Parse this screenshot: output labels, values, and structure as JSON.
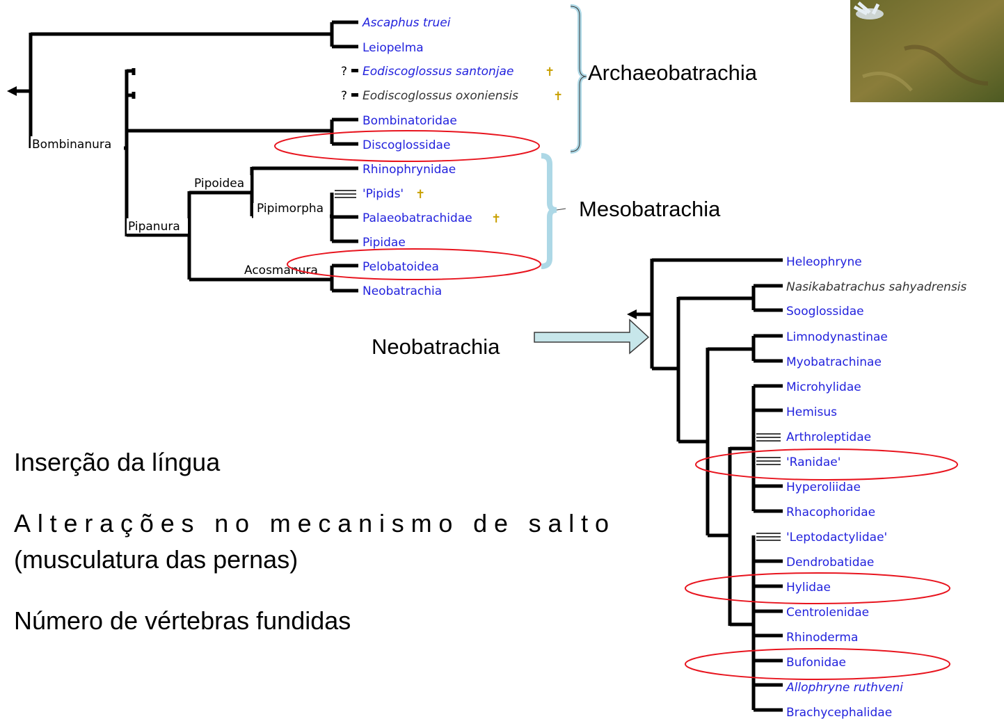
{
  "upper_tree": {
    "taxa": {
      "ascaphus": "Ascaphus truei",
      "leiopelma": "Leiopelma",
      "eod_santonjae": "Eodiscoglossus santonjae",
      "eod_oxoniensis": "Eodiscoglossus oxoniensis",
      "bombinatoridae": "Bombinatoridae",
      "discoglossidae": "Discoglossidae",
      "rhinophrynidae": "Rhinophrynidae",
      "pipids": "'Pipids'",
      "palaeobatrachidae": "Palaeobatrachidae",
      "pipidae": "Pipidae",
      "pelobatoidea": "Pelobatoidea",
      "neobatrachia": "Neobatrachia"
    },
    "clades": {
      "bombinanura": "Bombinanura",
      "pipoidea": "Pipoidea",
      "pipimorpha": "Pipimorpha",
      "pipanura": "Pipanura",
      "acosmanura": "Acosmanura"
    },
    "uncertain_mark": "?",
    "extinct_mark": "✝"
  },
  "lower_tree": {
    "taxa": {
      "heleophryne": "Heleophryne",
      "nasikabatrachus": "Nasikabatrachus sahyadrensis",
      "sooglossidae": "Sooglossidae",
      "limnodynastinae": "Limnodynastinae",
      "myobatrachinae": "Myobatrachinae",
      "microhylidae": "Microhylidae",
      "hemisus": "Hemisus",
      "arthroleptidae": "Arthroleptidae",
      "ranidae": "'Ranidae'",
      "hyperoliidae": "Hyperoliidae",
      "rhacophoridae": "Rhacophoridae",
      "leptodactylidae": "'Leptodactylidae'",
      "dendrobatidae": "Dendrobatidae",
      "hylidae": "Hylidae",
      "centrolenidae": "Centrolenidae",
      "rhinoderma": "Rhinoderma",
      "bufonidae": "Bufonidae",
      "allophryne": "Allophryne ruthveni",
      "brachycephalidae": "Brachycephalidae"
    }
  },
  "groups": {
    "archaeobatrachia": "Archaeobatrachia",
    "mesobatrachia": "Mesobatrachia",
    "neobatrachia": "Neobatrachia"
  },
  "bullets": {
    "b1": "Inserção da língua",
    "b2_line1": "Alterações no mecanismo de salto",
    "b2_line2": "(musculatura das pernas)",
    "b3": "Número de vértebras fundidas"
  },
  "colors": {
    "taxon_link": "#2222dd",
    "highlight": "#e8141e",
    "bracket": "#add8e6",
    "arrow_fill": "#c7e6ea"
  },
  "icons": [
    "root-arrow-icon",
    "extinct-cross-icon",
    "frog-photo"
  ]
}
